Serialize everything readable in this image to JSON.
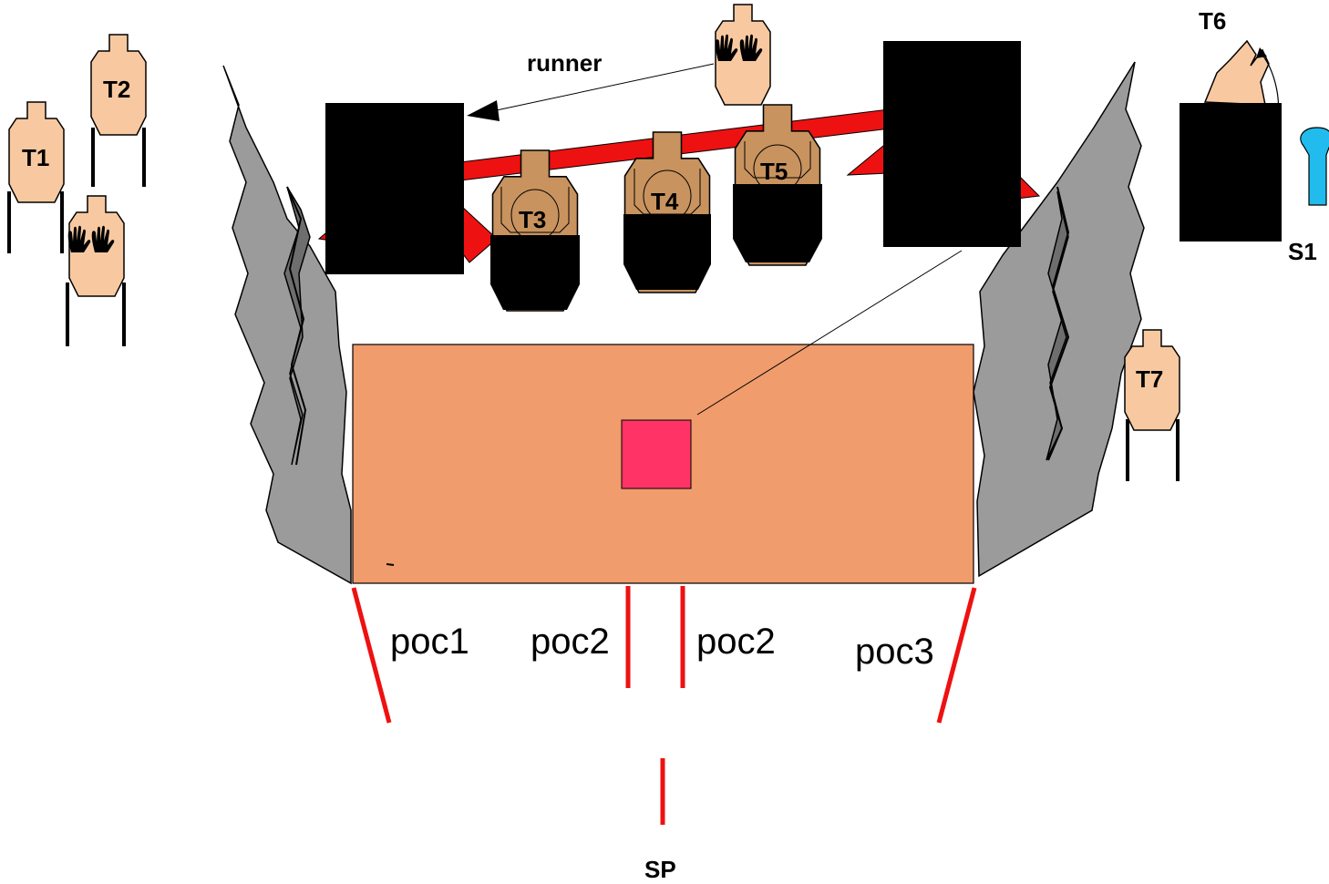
{
  "colors": {
    "paper_target": "#f8c9a0",
    "cardboard_target": "#c8935e",
    "barricade": "#9b9b9b",
    "barricade_dark": "#6e6e6e",
    "table": "#f09c6c",
    "marker": "#ff3366",
    "fault_line": "#ee1111",
    "plate": "#22bbee"
  },
  "labels": {
    "runner": "runner",
    "sp": "SP",
    "s1": "S1"
  },
  "targets": {
    "t1": "T1",
    "t2": "T2",
    "t3": "T3",
    "t4": "T4",
    "t5": "T5",
    "t6": "T6",
    "t7": "T7"
  },
  "positions": {
    "poc1": "poc1",
    "poc2_left": "poc2",
    "poc2_right": "poc2",
    "poc3": "poc3"
  },
  "icons": {
    "no_shoot_hands": "hands-icon",
    "steel_popper": "popper-icon"
  }
}
